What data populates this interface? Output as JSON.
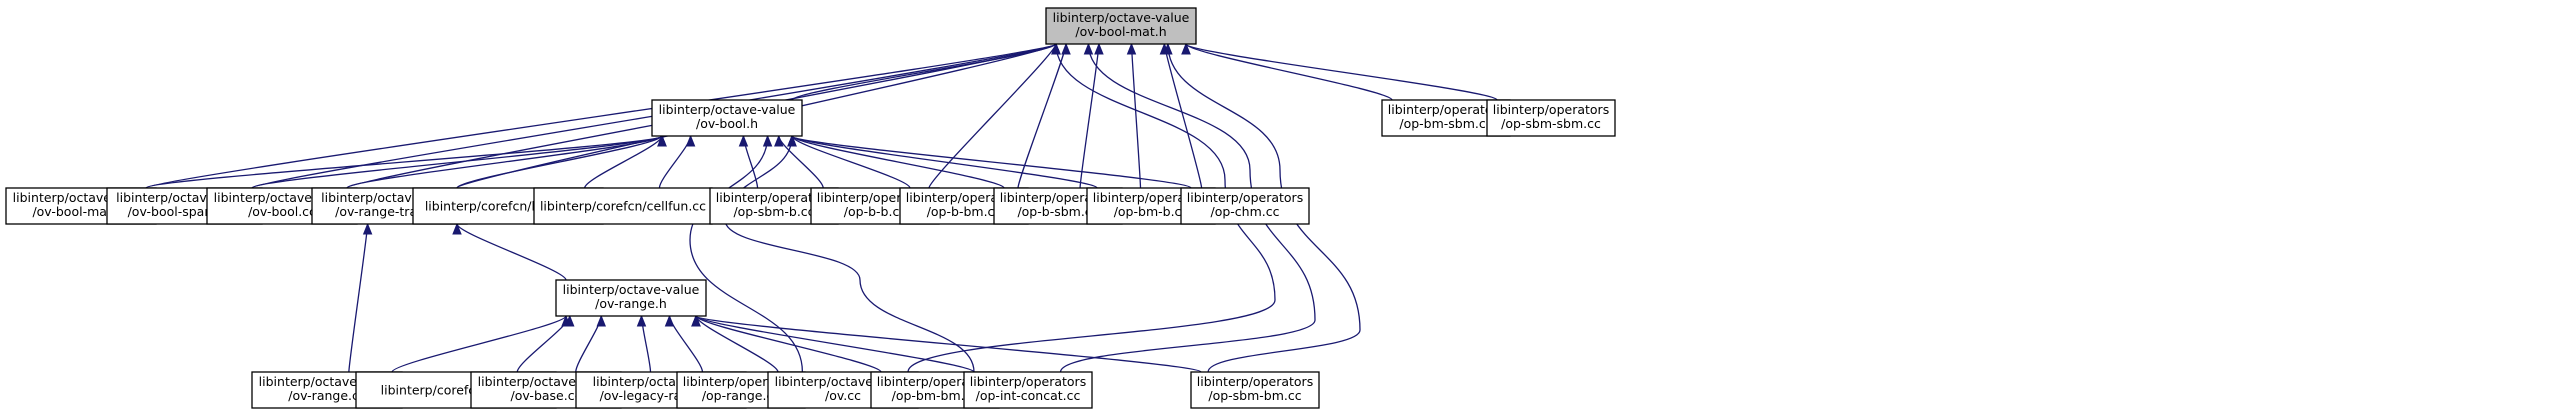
{
  "graph": {
    "title": "",
    "nodes": {
      "root": {
        "label": "libinterp/octave-value\n/ov-bool-mat.h",
        "highlighted": true
      },
      "boolh": {
        "label": "libinterp/octave-value\n/ov-bool.h"
      },
      "bmsbm": {
        "label": "libinterp/operators\n/op-bm-sbm.cc"
      },
      "sbmsbm": {
        "label": "libinterp/operators\n/op-sbm-sbm.cc"
      },
      "boolmatcc": {
        "label": "libinterp/octave-value\n/ov-bool-mat.cc"
      },
      "boolsparse": {
        "label": "libinterp/octave-value\n/ov-bool-sparse.cc"
      },
      "boolcc": {
        "label": "libinterp/octave-value\n/ov-bool.cc"
      },
      "rangetraits": {
        "label": "libinterp/octave-value\n/ov-range-traits.h"
      },
      "bitfcns": {
        "label": "libinterp/corefcn/bitfcns.cc"
      },
      "cellfun": {
        "label": "libinterp/corefcn/cellfun.cc"
      },
      "sbmb": {
        "label": "libinterp/operators\n/op-sbm-b.cc"
      },
      "bb": {
        "label": "libinterp/operators\n/op-b-b.cc"
      },
      "bbm": {
        "label": "libinterp/operators\n/op-b-bm.cc"
      },
      "bsbm": {
        "label": "libinterp/operators\n/op-b-sbm.cc"
      },
      "bmb": {
        "label": "libinterp/operators\n/op-bm-b.cc"
      },
      "chm": {
        "label": "libinterp/operators\n/op-chm.cc"
      },
      "rangeh": {
        "label": "libinterp/octave-value\n/ov-range.h"
      },
      "rangecc": {
        "label": "libinterp/octave-value\n/ov-range.cc"
      },
      "utils": {
        "label": "libinterp/corefcn/utils.cc"
      },
      "base": {
        "label": "libinterp/octave-value\n/ov-base.cc"
      },
      "legacy": {
        "label": "libinterp/octave-value\n/ov-legacy-range.cc"
      },
      "oprange": {
        "label": "libinterp/operators\n/op-range.cc"
      },
      "ovcc": {
        "label": "libinterp/octave-value\n/ov.cc"
      },
      "bmbm": {
        "label": "libinterp/operators\n/op-bm-bm.cc"
      },
      "intconcat": {
        "label": "libinterp/operators\n/op-int-concat.cc"
      },
      "sbmbm": {
        "label": "libinterp/operators\n/op-sbm-bm.cc"
      }
    },
    "edge_color": "#191970",
    "root_fill": "#bfbfbf"
  }
}
